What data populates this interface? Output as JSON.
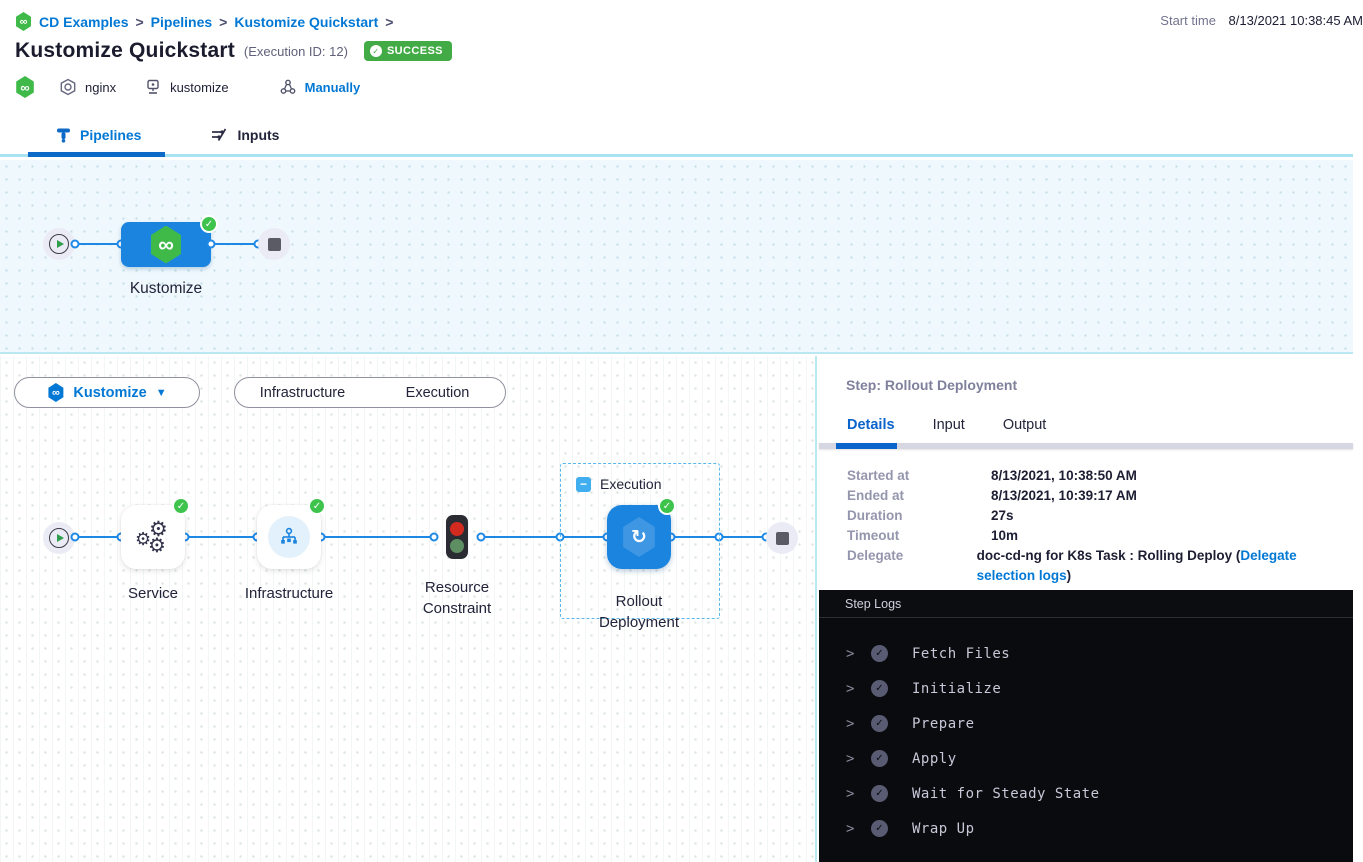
{
  "header": {
    "breadcrumb": {
      "separator": ">",
      "items": [
        "CD Examples",
        "Pipelines",
        "Kustomize Quickstart"
      ]
    },
    "start_time": {
      "label": "Start time",
      "value": "8/13/2021 10:38:45 AM"
    },
    "title": "Kustomize Quickstart",
    "execution_id": "(Execution ID: 12)",
    "status": "SUCCESS",
    "tags": {
      "service": "nginx",
      "environment": "kustomize",
      "trigger": "Manually"
    }
  },
  "tabs": {
    "pipelines": "Pipelines",
    "inputs": "Inputs"
  },
  "stage_graph": {
    "stage_label": "Kustomize"
  },
  "execution_view": {
    "stage_selector_label": "Kustomize",
    "toggle": {
      "left": "Infrastructure",
      "right": "Execution"
    },
    "group_label": "Execution",
    "node_labels": {
      "service": "Service",
      "infrastructure": "Infrastructure",
      "resource_constraint": "Resource Constraint",
      "rollout": "Rollout Deployment"
    }
  },
  "step_panel": {
    "title": "Step: Rollout Deployment",
    "tabs": {
      "details": "Details",
      "input": "Input",
      "output": "Output"
    },
    "details": {
      "rows": [
        {
          "label": "Started at",
          "value": "8/13/2021, 10:38:50 AM"
        },
        {
          "label": "Ended at",
          "value": "8/13/2021, 10:39:17 AM"
        },
        {
          "label": "Duration",
          "value": "27s"
        },
        {
          "label": "Timeout",
          "value": "10m"
        }
      ],
      "delegate": {
        "label": "Delegate",
        "prefix": "doc-cd-ng for K8s Task : Rolling Deploy (",
        "link": "Delegate selection logs",
        "suffix": ")"
      }
    },
    "logs": {
      "title": "Step Logs",
      "entries": [
        "Fetch Files",
        "Initialize",
        "Prepare",
        "Apply",
        "Wait for Steady State",
        "Wrap Up"
      ]
    }
  },
  "icon_glyphs": {
    "cd-hexagon-icon": "∞",
    "success-check-icon": "✓",
    "caret-down-icon": "▼",
    "minus-icon": "−",
    "refresh-icon": "↻",
    "gear-icon": "⚙",
    "chevron-right-icon": ">"
  },
  "colors": {
    "link_blue": "#0278d5",
    "node_blue": "#1b84df",
    "connector_blue": "#1e88e5",
    "success_badge_green": "#42ab45",
    "check_green": "#3ec44d",
    "canvas_border_cyan": "#b9e8f3",
    "logs_background": "#0a0b0e",
    "log_text": "#c7c8d8",
    "title_dark": "#1b1b2e",
    "label_gray": "#9496ad"
  }
}
